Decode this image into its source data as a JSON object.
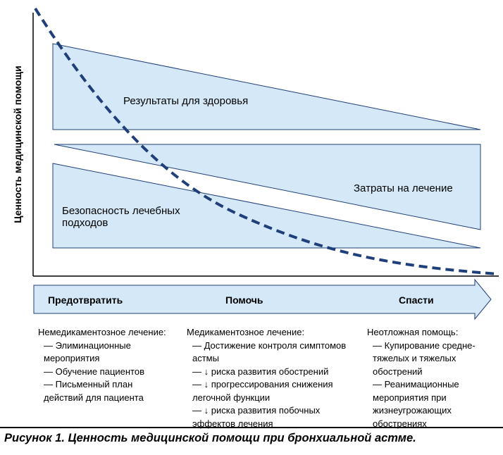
{
  "diagram": {
    "y_axis_label": "Ценность медицинской помощи",
    "band_health_label": "Результаты для здоровья",
    "band_cost_label": "Затраты на лечение",
    "band_safety_label_line1": "Безопасность лечебных",
    "band_safety_label_line2": "подходов",
    "arrow_labels": [
      "Предотвратить",
      "Помочь",
      "Спасти"
    ],
    "colors": {
      "band_fill": "#d4e8f7",
      "band_stroke": "#1f3f7a",
      "curve": "#1f3f7a",
      "arrow_fill": "#d4e8f7"
    }
  },
  "columns": [
    {
      "heading": "Немедикаментозное лечение:",
      "items": [
        "— Элиминационные мероприятия",
        "— Обучение пациентов",
        "— Письменный план действий для пациента"
      ]
    },
    {
      "heading": "Медикаментозное лечение:",
      "items": [
        "— Достижение контроля симптомов астмы",
        "— ↓ риска развития обострений",
        "— ↓ прогрессирования снижения легочной функции",
        "— ↓ риска развития побочных эффектов лечения"
      ]
    },
    {
      "heading": "Неотложная помощь:",
      "items": [
        "— Купирование средне-тяжелых и тяжелых обострений",
        "— Реанимационные мероприятия при жизнеугрожающих обострениях"
      ]
    }
  ],
  "caption": "Рисунок 1. Ценность медицинской помощи при бронхиальной астме."
}
